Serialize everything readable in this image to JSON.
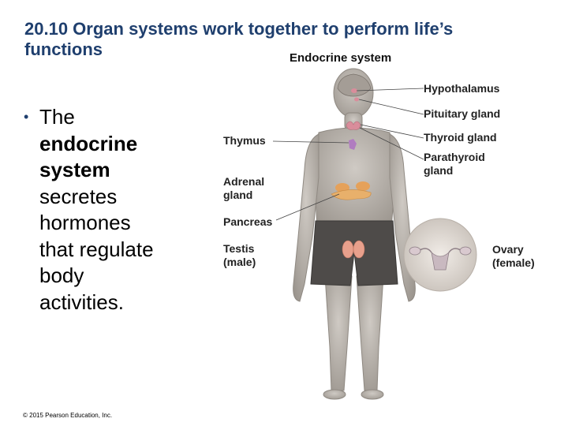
{
  "slide": {
    "title_line1": "20.10 Organ systems work together to perform life’s",
    "title_line2": "functions",
    "accent_color": "#1f3f6e",
    "bullet": {
      "lines": [
        {
          "text": "The",
          "bold": false
        },
        {
          "text": "endocrine",
          "bold": true
        },
        {
          "text": "system",
          "bold": true
        },
        {
          "text": "secretes",
          "bold": false
        },
        {
          "text": "hormones",
          "bold": false
        },
        {
          "text": "that regulate",
          "bold": false
        },
        {
          "text": "body",
          "bold": false
        },
        {
          "text": "activities.",
          "bold": false
        }
      ]
    },
    "copyright": "© 2015 Pearson Education, Inc."
  },
  "figure": {
    "title": "Endocrine system",
    "labels": {
      "hypothalamus": "Hypothalamus",
      "pituitary": "Pituitary gland",
      "thyroid": "Thyroid gland",
      "parathyroid_line1": "Parathyroid",
      "parathyroid_line2": "gland",
      "thymus": "Thymus",
      "adrenal_line1": "Adrenal",
      "adrenal_line2": "gland",
      "pancreas": "Pancreas",
      "testis_line1": "Testis",
      "testis_line2": "(male)",
      "ovary_line1": "Ovary",
      "ovary_line2": "(female)"
    },
    "colors": {
      "skin": "#b9b4ae",
      "shorts": "#4e4b49",
      "gland_pink": "#d98d9b",
      "gland_orange": "#e5a15a"
    }
  }
}
